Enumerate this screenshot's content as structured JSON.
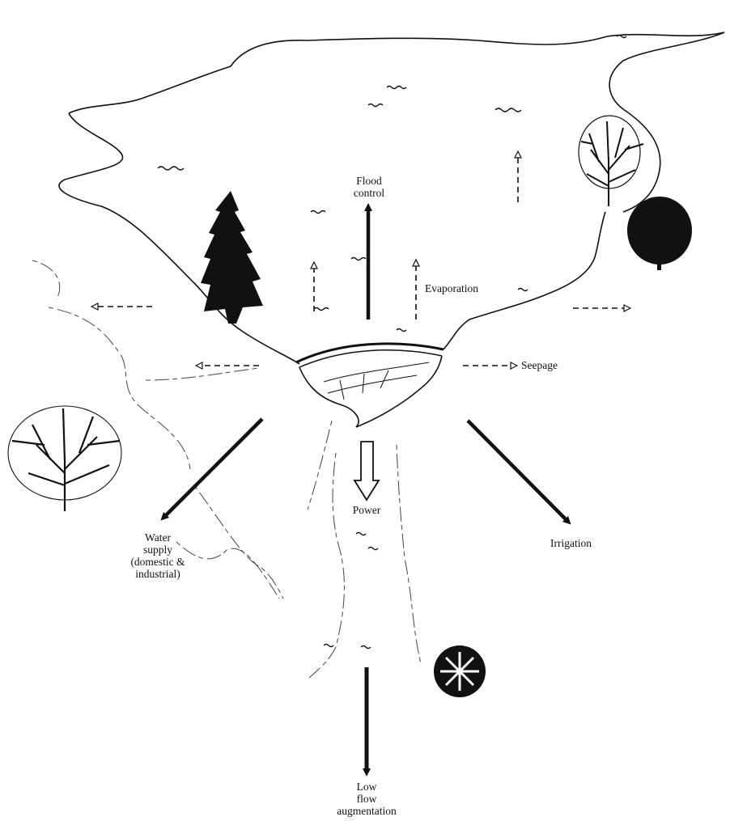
{
  "diagram": {
    "labels": {
      "flood_control": [
        "Flood",
        "control"
      ],
      "evaporation": "Evaporation",
      "seepage": "Seepage",
      "power": "Power",
      "water_supply": [
        "Water",
        "supply",
        "(domestic &",
        "industrial)"
      ],
      "irrigation": "Irrigation",
      "low_flow": [
        "Low",
        "flow",
        "augmentation"
      ]
    },
    "colors": {
      "ink": "#111111",
      "paper": "#ffffff"
    }
  }
}
